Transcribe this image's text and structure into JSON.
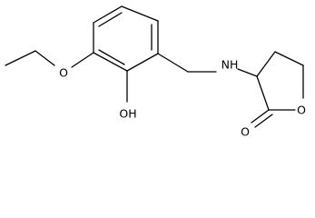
{
  "molecule": {
    "labels": {
      "ether_oxygen": "O",
      "hydroxyl": "OH",
      "amine": "NH",
      "ring_oxygen": "O",
      "carbonyl_oxygen": "O"
    }
  }
}
